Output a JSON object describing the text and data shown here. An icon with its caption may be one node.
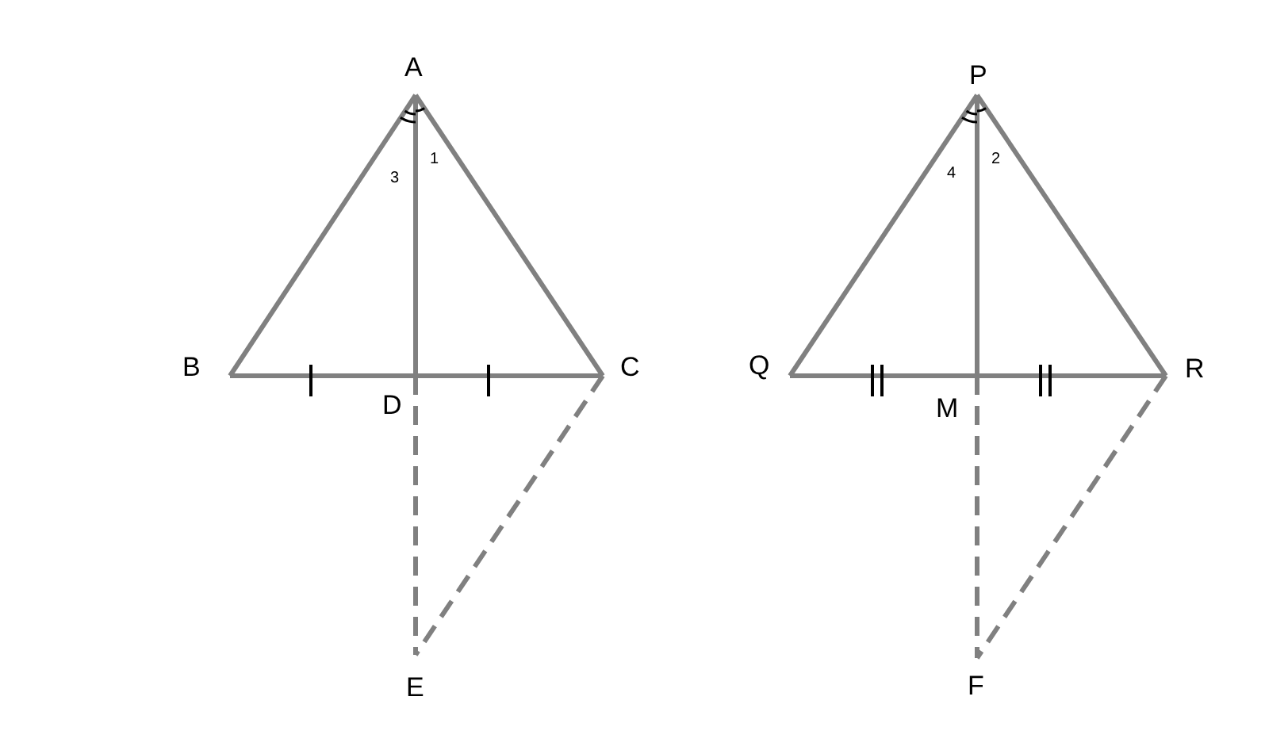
{
  "diagram": {
    "nodes": [
      {
        "text": [
          "A"
        ]
      },
      {
        "text": [
          "B"
        ]
      },
      {
        "text": [
          "C"
        ]
      },
      {
        "text": [
          "D"
        ]
      },
      {
        "text": [
          "E"
        ]
      },
      {
        "text": [
          "P"
        ]
      },
      {
        "text": [
          "Q"
        ]
      },
      {
        "text": [
          "R"
        ]
      },
      {
        "text": [
          "M"
        ]
      },
      {
        "text": [
          "F"
        ]
      }
    ],
    "edges": [
      {
        "from": 0,
        "to": 1,
        "arrow": "none"
      },
      {
        "from": 0,
        "to": 2,
        "arrow": "none"
      },
      {
        "from": 1,
        "to": 3,
        "arrow": "none"
      },
      {
        "from": 3,
        "to": 2,
        "arrow": "none"
      },
      {
        "from": 0,
        "to": 3,
        "arrow": "none"
      },
      {
        "from": 3,
        "to": 4,
        "arrow": "none",
        "style": "dashed"
      },
      {
        "from": 2,
        "to": 4,
        "arrow": "none",
        "style": "dashed"
      },
      {
        "from": 5,
        "to": 6,
        "arrow": "none"
      },
      {
        "from": 5,
        "to": 7,
        "arrow": "none"
      },
      {
        "from": 6,
        "to": 8,
        "arrow": "none"
      },
      {
        "from": 8,
        "to": 7,
        "arrow": "none"
      },
      {
        "from": 5,
        "to": 8,
        "arrow": "none"
      },
      {
        "from": 8,
        "to": 9,
        "arrow": "none",
        "style": "dashed"
      },
      {
        "from": 7,
        "to": 9,
        "arrow": "none",
        "style": "dashed"
      }
    ],
    "labels": [
      "1",
      "3",
      "2",
      "4"
    ]
  }
}
